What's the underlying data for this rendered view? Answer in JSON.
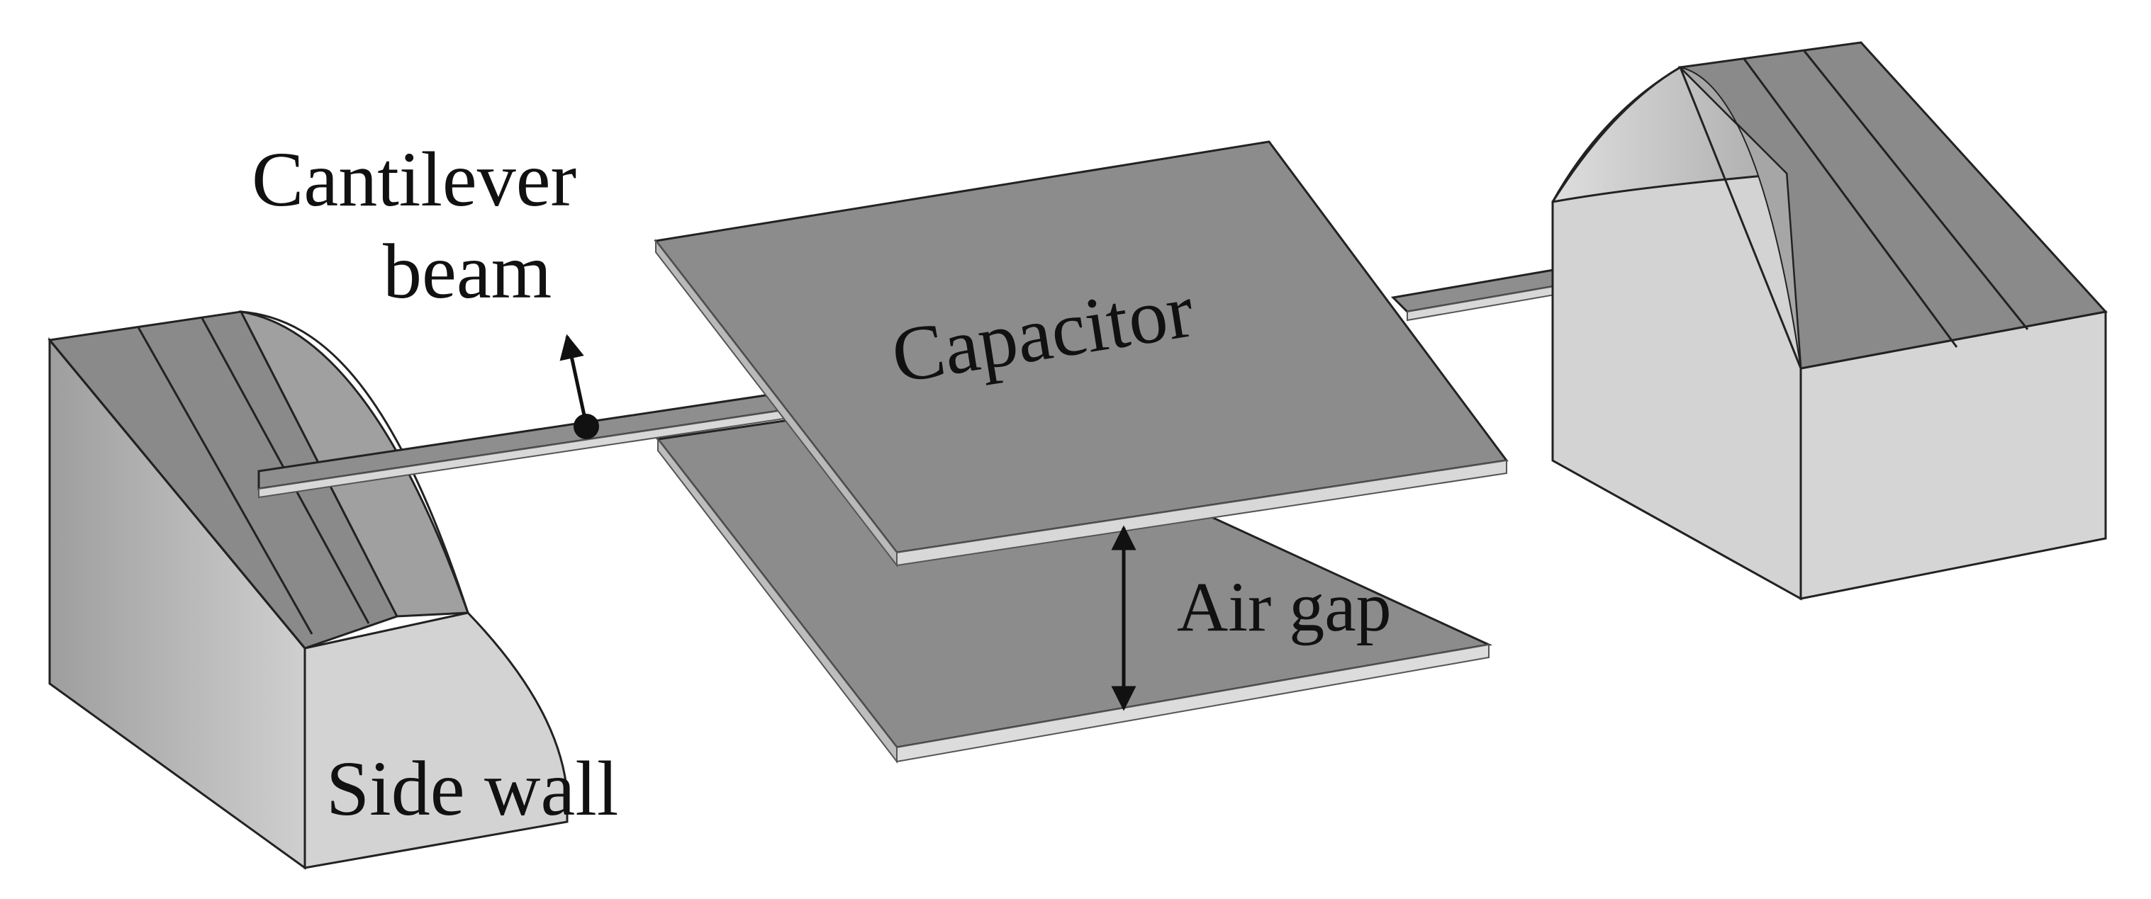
{
  "labels": {
    "cantilever_line1": "Cantilever",
    "cantilever_line2": "beam",
    "capacitor": "Capacitor",
    "air_gap": "Air gap",
    "side_wall": "Side wall"
  },
  "colors": {
    "background": "#ffffff",
    "wall_top_dark": "#8a8a8a",
    "wall_face_light": "#d0d0d0",
    "plate_dark": "#8c8c8c",
    "edge_light": "#d8d8d8",
    "outline": "#222222",
    "text": "#111111"
  }
}
